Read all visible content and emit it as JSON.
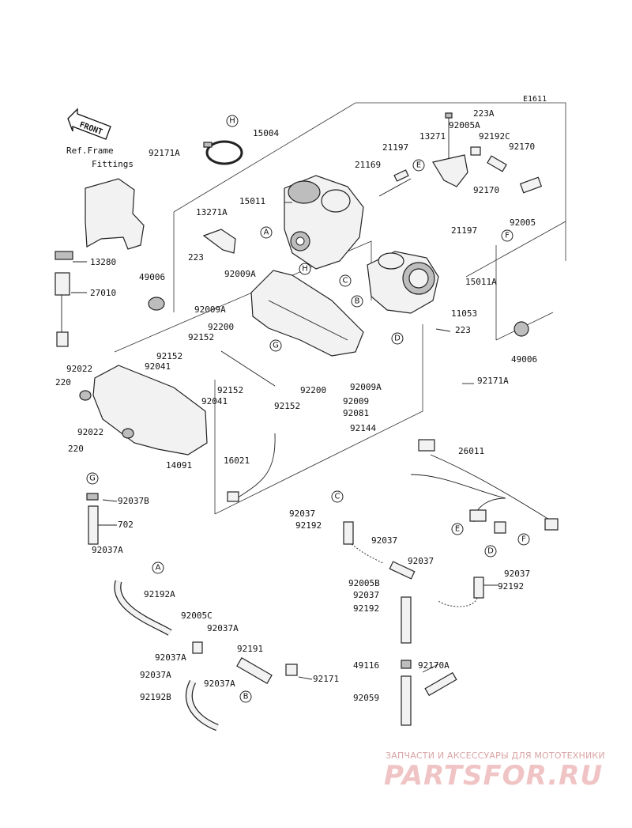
{
  "diagram_code": "E1611",
  "front_label": "FRONT",
  "ref_note": [
    "Ref.Frame",
    "Fittings"
  ],
  "parts": {
    "p15004": "15004",
    "p92171A_top": "92171A",
    "p13271": "13271",
    "p223A": "223A",
    "p92005A": "92005A",
    "p21197_top": "21197",
    "p92192C": "92192C",
    "p92170_top": "92170",
    "p21169": "21169",
    "p92170_mid": "92170",
    "p15011": "15011",
    "p13271A": "13271A",
    "p92005": "92005",
    "p21197_mid": "21197",
    "p223_left": "223",
    "p13280": "13280",
    "p15011A": "15011A",
    "p49006_left": "49006",
    "p92009A_a": "92009A",
    "p27010": "27010",
    "p11053": "11053",
    "p92009A_b": "92009A",
    "p92200_a": "92200",
    "p223_right": "223",
    "p92152_a": "92152",
    "p92152_b": "92152",
    "p49006_right": "49006",
    "p92041_a": "92041",
    "p92022_a": "92022",
    "p220_a": "220",
    "p92171A_right": "92171A",
    "p92009A_c": "92009A",
    "p92152_c": "92152",
    "p92200_b": "92200",
    "p92041_b": "92041",
    "p92009": "92009",
    "p92152_d": "92152",
    "p92081": "92081",
    "p92144": "92144",
    "p92022_b": "92022",
    "p220_b": "220",
    "p14091": "14091",
    "p26011": "26011",
    "p16021": "16021",
    "p92037B": "92037B",
    "p702": "702",
    "p92037_a": "92037",
    "p92192_a": "92192",
    "p92037_b": "92037",
    "p92037A_head": "92037A",
    "p92037_c": "92037",
    "p92037_d": "92037",
    "p92192A": "92192A",
    "p92005B": "92005B",
    "p92192_b": "92192",
    "p92037_e": "92037",
    "p92005C": "92005C",
    "p92192_c": "92192",
    "p92037A_a": "92037A",
    "p92191": "92191",
    "p92037A_b": "92037A",
    "p49116": "49116",
    "p92170A": "92170A",
    "p92037A_c": "92037A",
    "p92171": "92171",
    "p92037A_d": "92037A",
    "p92192B": "92192B",
    "p92059": "92059"
  },
  "callouts": {
    "H_top": "H",
    "E_top": "E",
    "A_top": "A",
    "H_mid": "H",
    "C_mid": "C",
    "F_top": "F",
    "B_mid": "B",
    "D_mid": "D",
    "G_mid": "G",
    "G_left": "G",
    "C_low": "C",
    "E_low": "E",
    "F_low": "F",
    "D_low": "D",
    "A_low": "A",
    "B_low": "B"
  },
  "watermark": {
    "subtitle": "ЗАПЧАСТИ И АКСЕССУАРЫ ДЛЯ МОТОТЕХНИКИ",
    "brand": "PARTSFOR.RU"
  },
  "colors": {
    "ink": "#222222",
    "paper": "#ffffff",
    "watermark": "#f0c4c4"
  }
}
